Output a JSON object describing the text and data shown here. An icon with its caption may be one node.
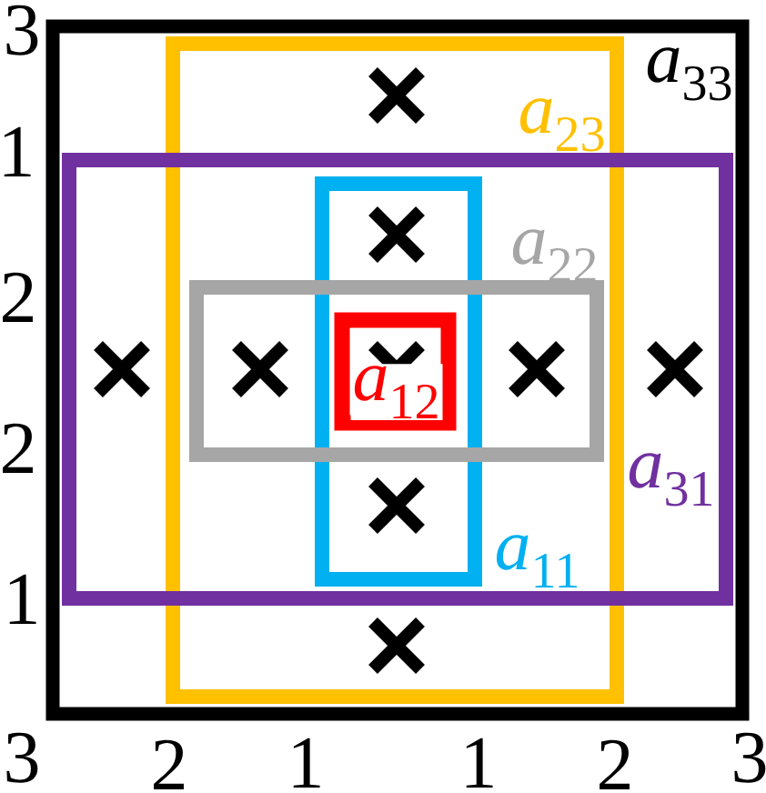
{
  "diagram": {
    "nodes": [
      {
        "text": [
          "*a*$_{33}$"
        ]
      },
      {
        "text": [
          "*a*$_{23}$"
        ],
        "in": 0
      },
      {
        "text": [
          "*a*$_{31}$"
        ],
        "in": 0
      },
      {
        "text": [],
        "shape": "box",
        "beside": [
          "*a*$_{11}$"
        ]
      },
      {
        "text": [],
        "shape": "box",
        "beside": [
          "*a*$_{22}$"
        ]
      },
      {
        "text": [
          "*a*$_{12}$"
        ]
      }
    ],
    "labels": [
      "3",
      "1",
      "2",
      "2",
      "1",
      "3",
      "2",
      "1",
      "1",
      "2",
      "3"
    ]
  }
}
